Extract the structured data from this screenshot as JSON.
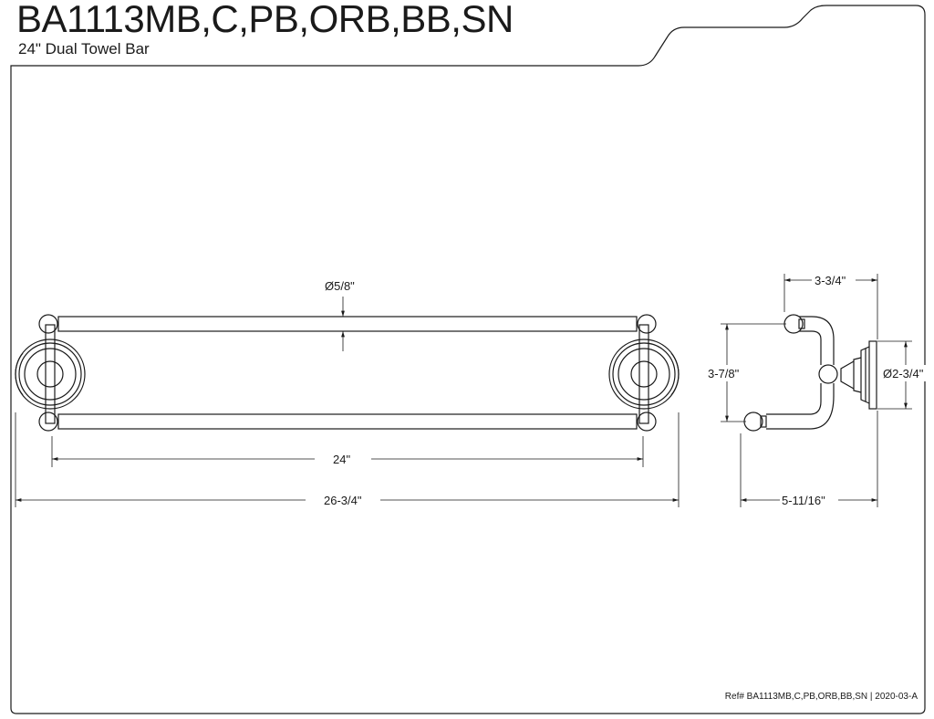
{
  "header": {
    "title": "BA1113MB,C,PB,ORB,BB,SN",
    "subtitle": "24\"  Dual Towel Bar"
  },
  "front_view": {
    "rod_diameter": "Ø5/8\"",
    "bar_length": "24\"",
    "overall_length": "26-3/4\""
  },
  "side_view": {
    "projection": "3-3/4\"",
    "rod_spacing": "3-7/8\"",
    "flange_diameter": "Ø2-3/4\"",
    "overall_depth": "5-11/16\""
  },
  "footer": {
    "reference": "Ref# BA1113MB,C,PB,ORB,BB,SN | 2020-03-A"
  }
}
